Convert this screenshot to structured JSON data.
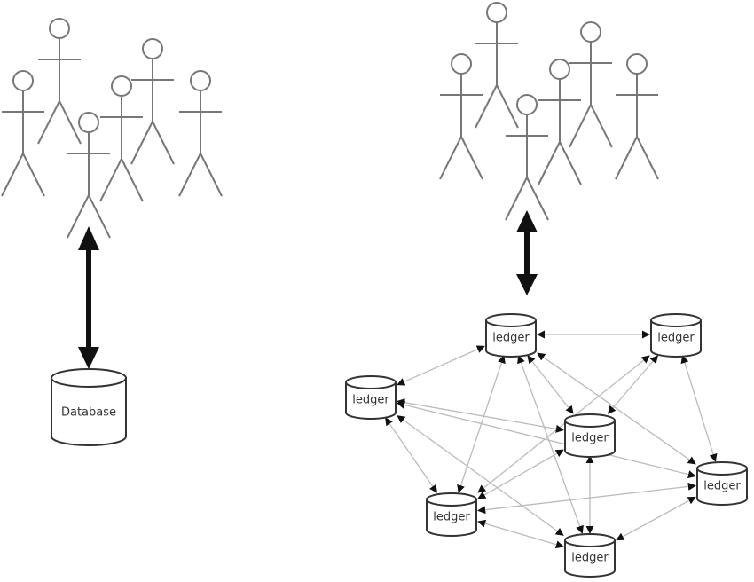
{
  "diagram": {
    "left": {
      "users_count": 6,
      "store_label": "Database"
    },
    "right": {
      "users_count": 6,
      "node_label": "ledger",
      "nodes": [
        {
          "id": "n1",
          "label": "ledger"
        },
        {
          "id": "n2",
          "label": "ledger"
        },
        {
          "id": "n3",
          "label": "ledger"
        },
        {
          "id": "n4",
          "label": "ledger"
        },
        {
          "id": "n5",
          "label": "ledger"
        },
        {
          "id": "n6",
          "label": "ledger"
        },
        {
          "id": "n7",
          "label": "ledger"
        }
      ],
      "edges": [
        [
          "n1",
          "n2"
        ],
        [
          "n1",
          "n3"
        ],
        [
          "n1",
          "n4"
        ],
        [
          "n1",
          "n5"
        ],
        [
          "n1",
          "n6"
        ],
        [
          "n2",
          "n4"
        ],
        [
          "n2",
          "n6"
        ],
        [
          "n3",
          "n4"
        ],
        [
          "n3",
          "n5"
        ],
        [
          "n3",
          "n6"
        ],
        [
          "n4",
          "n6"
        ],
        [
          "n4",
          "n7"
        ],
        [
          "n5",
          "n6"
        ],
        [
          "n5",
          "n7"
        ],
        [
          "n6",
          "n7"
        ],
        [
          "n2",
          "n5"
        ],
        [
          "n1",
          "n7"
        ],
        [
          "n3",
          "n7"
        ]
      ]
    },
    "colors": {
      "figure": "#777777",
      "arrow": "#111111",
      "edge": "#bbbbbb",
      "outline": "#333333"
    }
  }
}
